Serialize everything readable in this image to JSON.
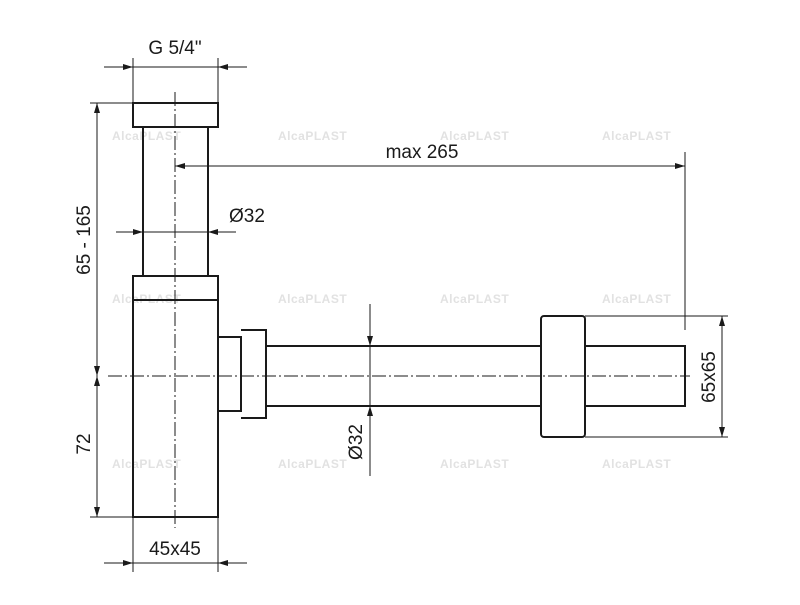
{
  "drawing": {
    "line_color": "#1a1a1a",
    "watermark_color": "#e2e2e2",
    "watermark_text": "AlcaPLAST"
  },
  "dimensions": {
    "thread": "G 5/4\"",
    "max_length": "max 265",
    "upper_diameter": "Ø32",
    "height_range": "65 - 165",
    "lower_height": "72",
    "pipe_diameter": "Ø32",
    "wall_flange": "65x65",
    "body_size": "45x45"
  }
}
